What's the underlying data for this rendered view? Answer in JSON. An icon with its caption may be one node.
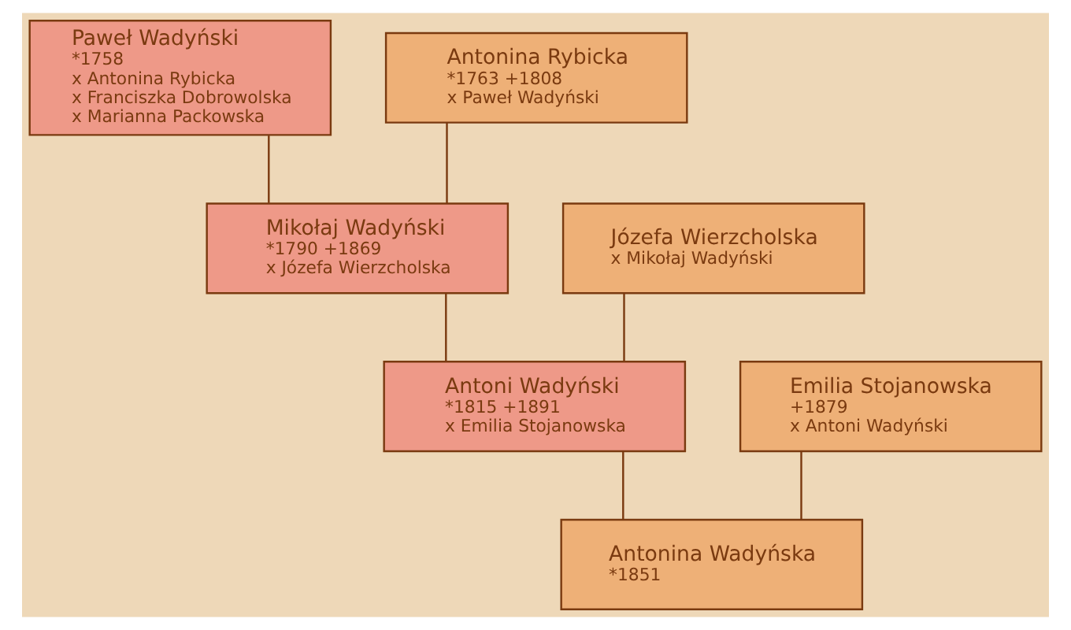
{
  "diagram": {
    "nodes": [
      {
        "text": [
          "Paweł Wadyński",
          "*1758",
          "x Antonina Rybicka",
          "x Franciszka Dobrowolska",
          "x Marianna Packowska"
        ]
      },
      {
        "text": [
          "Antonina Rybicka",
          "*1763 +1808",
          "x Paweł Wadyński"
        ]
      },
      {
        "text": [
          "Józefa Wierzcholska",
          "x Mikołaj Wadyński"
        ]
      },
      {
        "text": [
          "Mikołaj Wadyński",
          "*1790 +1869",
          "x Józefa Wierzcholska"
        ]
      },
      {
        "text": [
          "Emilia Stojanowska",
          "+1879",
          "x Antoni Wadyński"
        ]
      },
      {
        "text": [
          "Antoni Wadyński",
          "*1815 +1891",
          "x Emilia Stojanowska"
        ]
      },
      {
        "text": [
          "Antonina Wadyńska",
          "*1851"
        ]
      }
    ],
    "edges": [
      {
        "from": 0,
        "to": 3,
        "arrow": "none"
      },
      {
        "from": 1,
        "to": 3,
        "arrow": "none"
      },
      {
        "from": 2,
        "to": 5,
        "arrow": "none"
      },
      {
        "from": 3,
        "to": 5,
        "arrow": "none"
      },
      {
        "from": 4,
        "to": 6,
        "arrow": "none"
      },
      {
        "from": 5,
        "to": 6,
        "arrow": "none"
      }
    ]
  }
}
